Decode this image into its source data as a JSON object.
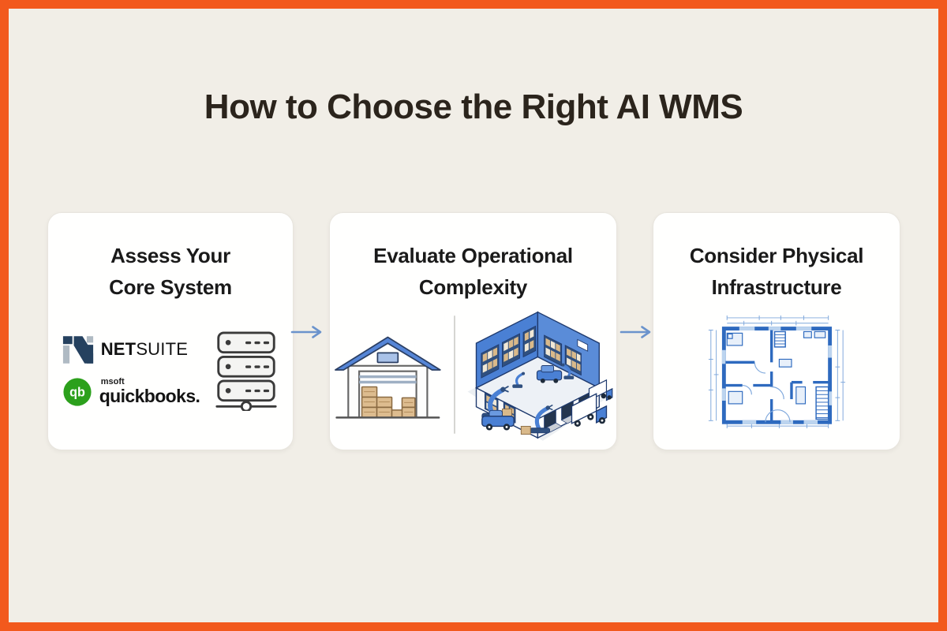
{
  "page": {
    "title": "How to Choose the Right AI WMS"
  },
  "colors": {
    "border_orange": "#F2591D",
    "page_background": "#F1EEE7",
    "card_background": "#FFFFFE",
    "title_text": "#2B241C",
    "card_title_text": "#1A1A1A",
    "arrow_blue": "#6B93CC",
    "illustration_blue": "#4A80D4",
    "blueprint_blue": "#2E6ABF",
    "box_tan": "#DDBC8F",
    "quickbooks_green": "#2CA01C",
    "netsuite_navy": "#25415F",
    "netsuite_gray": "#AFBAC3"
  },
  "steps": [
    {
      "name": "assess-your-core-system",
      "title_line1": "Assess Your",
      "title_line2": "Core System",
      "netsuite": {
        "icon": "netsuite-logo",
        "text_bold": "NET",
        "text_light": "SUITE"
      },
      "quickbooks": {
        "icon": "quickbooks-logo",
        "badge_letters": "qb",
        "text_small": "msoft",
        "text_main": "quickbooks."
      },
      "server_icon": "server-rack-icon"
    },
    {
      "name": "evaluate-operational-complexity",
      "title_line1": "Evaluate Operational",
      "title_line2": "Complexity",
      "icons": [
        "simple-warehouse-icon",
        "complex-warehouse-icon"
      ]
    },
    {
      "name": "consider-physical-infrastructure",
      "title_line1": "Consider Physical",
      "title_line2": "Infrastructure",
      "icons": [
        "floor-plan-blueprint-icon"
      ]
    }
  ],
  "arrows": {
    "between_step_1_and_2": "right-arrow",
    "between_step_2_and_3": "right-arrow"
  }
}
